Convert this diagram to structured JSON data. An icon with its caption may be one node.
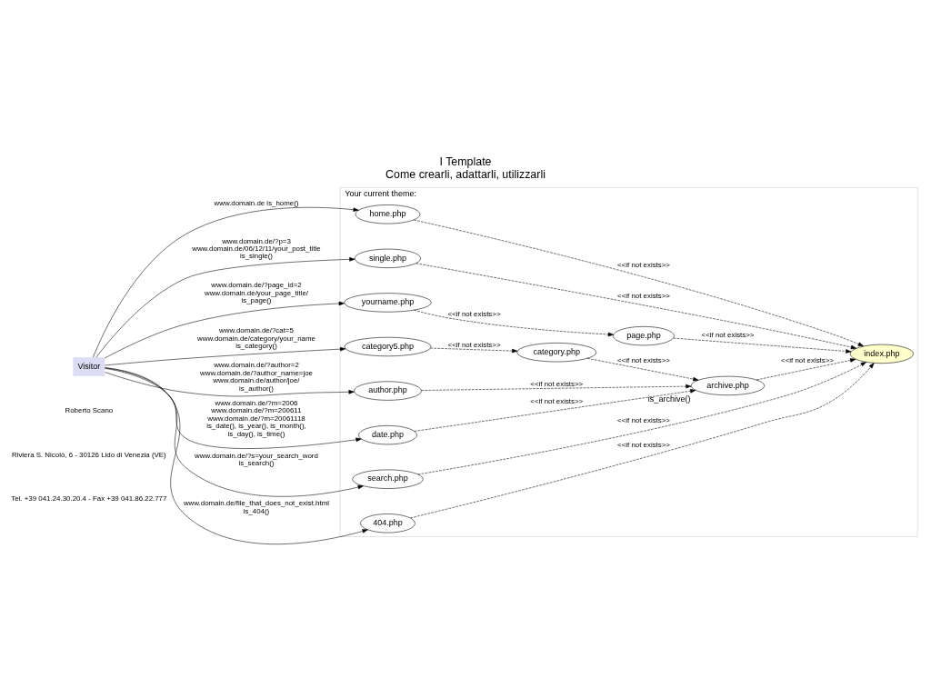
{
  "diagram": {
    "title": "I Template",
    "caption": "Come crearli, adattarli, utilizzarli",
    "nodes": [
      {
        "text": [
          "Visitor"
        ]
      },
      {
        "text": [
          "Your current theme:"
        ]
      },
      {
        "text": [
          "home.php"
        ],
        "in": 1
      },
      {
        "text": [
          "single.php"
        ],
        "in": 1
      },
      {
        "text": [
          "yourname.php"
        ],
        "in": 1
      },
      {
        "text": [
          "page.php"
        ],
        "in": 1
      },
      {
        "text": [
          "category5.php"
        ],
        "in": 1
      },
      {
        "text": [
          "category.php"
        ],
        "in": 1
      },
      {
        "text": [
          "author.php"
        ],
        "in": 1
      },
      {
        "text": [
          "archive.php"
        ],
        "in": 1,
        "beside": [
          "is_archive()"
        ]
      },
      {
        "text": [
          "date.php"
        ],
        "in": 1
      },
      {
        "text": [
          "search.php"
        ],
        "in": 1
      },
      {
        "text": [
          "404.php"
        ],
        "in": 1
      },
      {
        "text": [
          "index.php"
        ],
        "in": 1
      }
    ],
    "edges": [
      {
        "from": 0,
        "to": 2,
        "arrow": "to",
        "label": "www.domain.de is_home()"
      },
      {
        "from": 0,
        "to": 3,
        "arrow": "to",
        "label": "www.domain.de/?p=3 www.domain.de/06/12/11/your_post_title is_single()"
      },
      {
        "from": 0,
        "to": 4,
        "arrow": "to",
        "label": "www.domain.de/?page_id=2 www.domain.de/your_page_title/ is_page()"
      },
      {
        "from": 0,
        "to": 6,
        "arrow": "to",
        "label": "www.domain.de/?cat=5 www.domain.de/category/your_name is_category()"
      },
      {
        "from": 0,
        "to": 8,
        "arrow": "to",
        "label": "www.domain.de/?author=2 www.domain.de/?author_name=joe www.domain.de/author/joe/ is_author()"
      },
      {
        "from": 0,
        "to": 10,
        "arrow": "to",
        "label": "www.domain.de/?m=2006 www.domain.de/?m=200611 www.domain.de/?m=20061118 is_date(), is_year(), is_month(), is_day(), is_time()"
      },
      {
        "from": 0,
        "to": 11,
        "arrow": "to",
        "label": "www.domain.de/?s=your_search_word is_search()"
      },
      {
        "from": 0,
        "to": 12,
        "arrow": "to",
        "label": "www.domain.de/file_that_does_not_exist.html is_404()"
      },
      {
        "from": 2,
        "to": 13,
        "arrow": "to",
        "style": "dashed",
        "label": "<<if not exists>>"
      },
      {
        "from": 3,
        "to": 13,
        "arrow": "to",
        "style": "dashed",
        "label": "<<if not exists>>"
      },
      {
        "from": 4,
        "to": 5,
        "arrow": "to",
        "style": "dashed",
        "label": "<<if not exists>>"
      },
      {
        "from": 5,
        "to": 13,
        "arrow": "to",
        "style": "dashed",
        "label": "<<if not exists>>"
      },
      {
        "from": 6,
        "to": 7,
        "arrow": "to",
        "style": "dashed",
        "label": "<<if not exists>>"
      },
      {
        "from": 7,
        "to": 9,
        "arrow": "to",
        "style": "dashed",
        "label": "<<if not exists>>"
      },
      {
        "from": 8,
        "to": 9,
        "arrow": "to",
        "style": "dashed",
        "label": "<<if not exists>>"
      },
      {
        "from": 10,
        "to": 9,
        "arrow": "to",
        "style": "dashed",
        "label": "<<if not exists>>"
      },
      {
        "from": 9,
        "to": 13,
        "arrow": "to",
        "style": "dashed",
        "label": "<<if not exists>>"
      },
      {
        "from": 11,
        "to": 13,
        "arrow": "to",
        "style": "dashed",
        "label": "<<if not exists>>"
      },
      {
        "from": 12,
        "to": 13,
        "arrow": "to",
        "style": "dashed",
        "label": "<<if not exists>>"
      }
    ],
    "labels": [
      "Roberto Scano",
      "Riviera S. Nicolò, 6 - 30126 Lido di Venezia (VE)",
      "Tel. +39 041.24.30.20.4 - Fax +39 041.86.22.777"
    ]
  }
}
